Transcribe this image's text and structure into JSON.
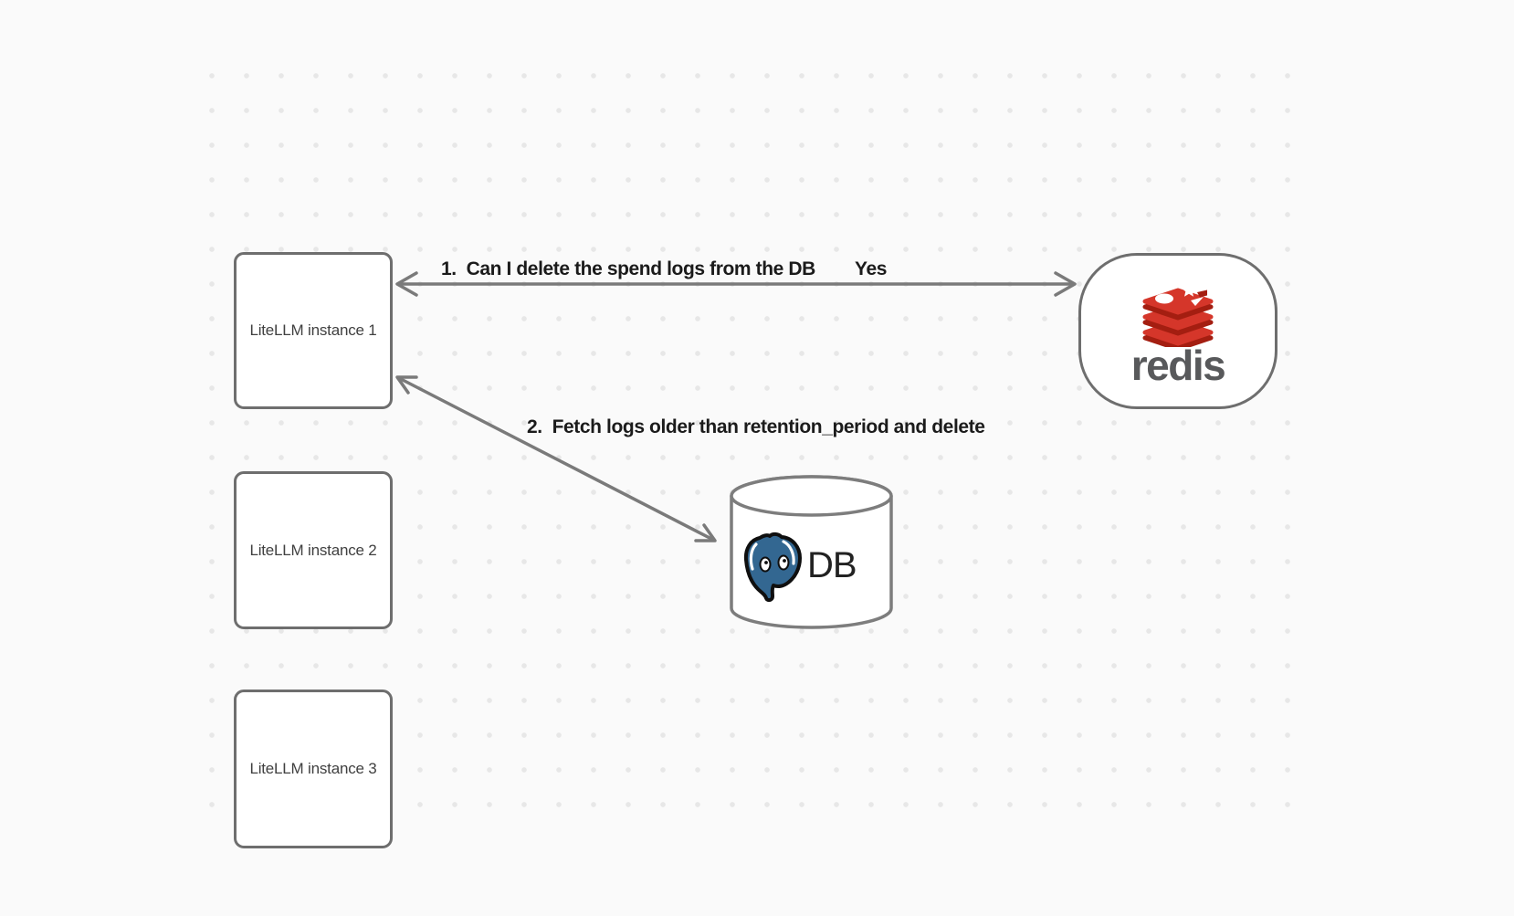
{
  "diagram": {
    "instances": [
      {
        "label": "LiteLLM instance 1"
      },
      {
        "label": "LiteLLM instance 2"
      },
      {
        "label": "LiteLLM instance 3"
      }
    ],
    "redis": {
      "wordmark": "redis"
    },
    "database": {
      "label": "DB"
    },
    "edges": {
      "redis_query": {
        "label": "1.  Can I delete the spend logs from the DB",
        "response": "Yes"
      },
      "db_fetch": {
        "label": "2.  Fetch logs older than retention_period and delete"
      }
    },
    "icons": {
      "redis_logo": "redis-stacked-cubes-icon",
      "postgres_logo": "postgresql-elephant-icon"
    },
    "colors": {
      "canvas_background": "#fafafa",
      "grid_dot": "#e7e7e7",
      "node_border": "#6e6e6e",
      "arrow": "#7a7a7a",
      "edge_label_text": "#1b1b1b",
      "redis_red": "#d5362a",
      "redis_dark_red": "#a41e11",
      "redis_wordmark": "#58595b",
      "postgres_blue": "#336791"
    }
  }
}
